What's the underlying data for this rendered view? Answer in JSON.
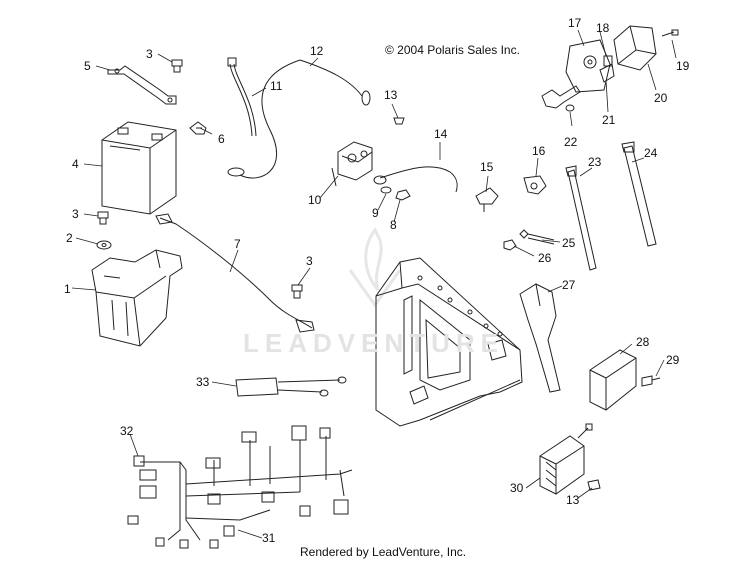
{
  "copyright": "© 2004 Polaris Sales Inc.",
  "footer": "Rendered by LeadVenture, Inc.",
  "watermark": "LEADVENTURE",
  "callouts": [
    "1",
    "2",
    "3",
    "3",
    "3",
    "4",
    "5",
    "6",
    "7",
    "8",
    "9",
    "10",
    "11",
    "12",
    "13",
    "13",
    "14",
    "15",
    "16",
    "17",
    "18",
    "19",
    "20",
    "21",
    "22",
    "23",
    "24",
    "25",
    "26",
    "27",
    "28",
    "29",
    "30",
    "31",
    "32",
    "33"
  ],
  "colors": {
    "line": "#222222",
    "watermark": "#e3e3e3"
  }
}
